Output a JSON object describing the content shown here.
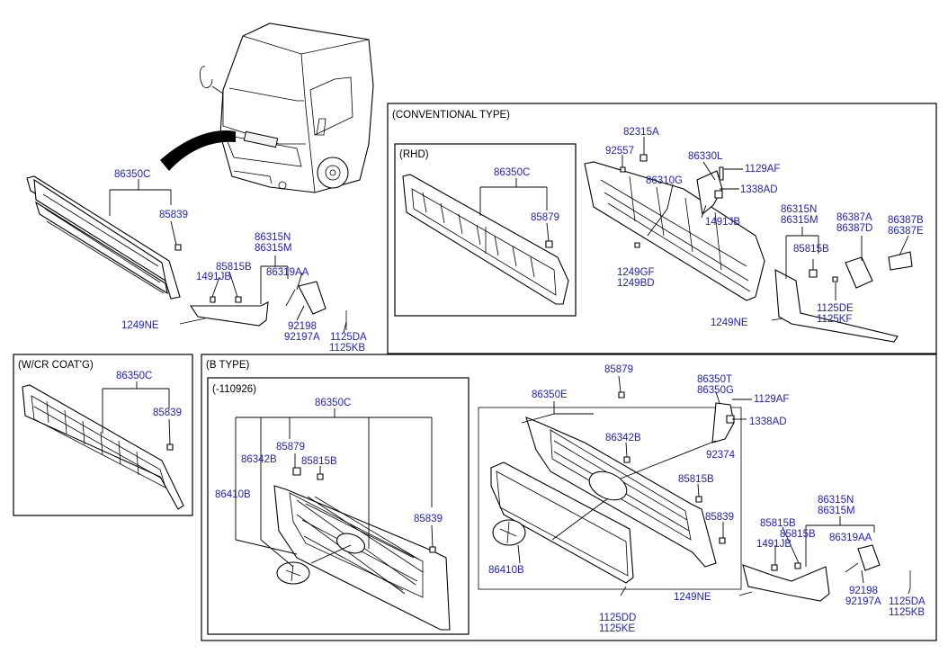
{
  "sections": {
    "conventional": "(CONVENTIONAL TYPE)",
    "rhd": "(RHD)",
    "wcr": "(W/CR COAT'G)",
    "btype": "(B TYPE)",
    "b110926": "(-110926)"
  },
  "labels": {
    "m_86350C": "86350C",
    "m_85839": "85839",
    "m_86315N": "86315N",
    "m_86315M": "86315M",
    "m_85815B": "85815B",
    "m_1491JB": "1491JB",
    "m_86319AA": "86319AA",
    "m_1249NE": "1249NE",
    "m_92198": "92198",
    "m_92197A": "92197A",
    "m_1125DA": "1125DA",
    "m_1125KB": "1125KB",
    "c_82315A": "82315A",
    "c_92557": "92557",
    "c_86330L": "86330L",
    "c_1129AF": "1129AF",
    "c_86310G": "86310G",
    "c_1338AD": "1338AD",
    "c_1491JB": "1491JB",
    "c_86315N": "86315N",
    "c_86315M": "86315M",
    "c_86387A": "86387A",
    "c_86387D": "86387D",
    "c_86387B": "86387B",
    "c_86387E": "86387E",
    "c_85815B": "85815B",
    "c_1249GF": "1249GF",
    "c_1249BD": "1249BD",
    "c_1125DE": "1125DE",
    "c_1125KF": "1125KF",
    "c_1249NE": "1249NE",
    "r_86350C": "86350C",
    "r_85879": "85879",
    "w_86350C": "86350C",
    "w_85839": "85839",
    "o_86350C": "86350C",
    "o_85879": "85879",
    "o_86342B": "86342B",
    "o_85815B": "85815B",
    "o_86410B": "86410B",
    "o_85839": "85839",
    "b_85879": "85879",
    "b_86350E": "86350E",
    "b_86350T": "86350T",
    "b_86350G": "86350G",
    "b_1129AF": "1129AF",
    "b_1338AD": "1338AD",
    "b_86342B": "86342B",
    "b_92374": "92374",
    "b_85815B": "85815B",
    "b_85839": "85839",
    "b_86410B": "86410B",
    "b_1249NE": "1249NE",
    "b_1125DD": "1125DD",
    "b_1125KE": "1125KE",
    "b_86315N": "86315N",
    "b_86315M": "86315M",
    "b_85815B2": "85815B",
    "b_85815B3": "85815B",
    "b_1491JB": "1491JB",
    "b_86319AA": "86319AA",
    "b_92198": "92198",
    "b_92197A": "92197A",
    "b_1125DA": "1125DA",
    "b_1125KB": "1125KB"
  },
  "colors": {
    "label": "#2020c8",
    "line": "#000000"
  }
}
